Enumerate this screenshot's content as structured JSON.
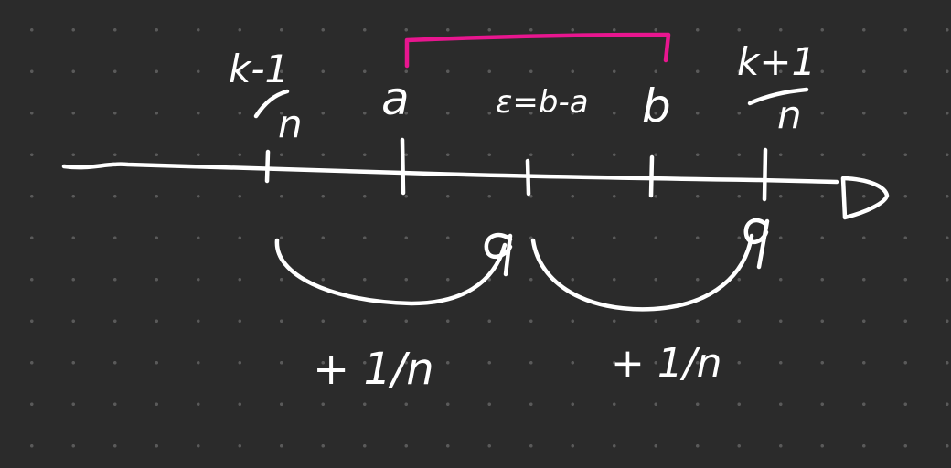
{
  "colors": {
    "background": "#2b2b2b",
    "ink": "#ffffff",
    "accent": "#e8168f",
    "grid_dot": "#5a5a5a"
  },
  "labels": {
    "k_minus_1": "k-1",
    "n_left": "n",
    "a": "a",
    "b": "b",
    "epsilon": "ε=b-a",
    "k_plus_1": "k+1",
    "n_right": "n",
    "step_left": "+ 1/n",
    "step_right": "+ 1/n"
  }
}
